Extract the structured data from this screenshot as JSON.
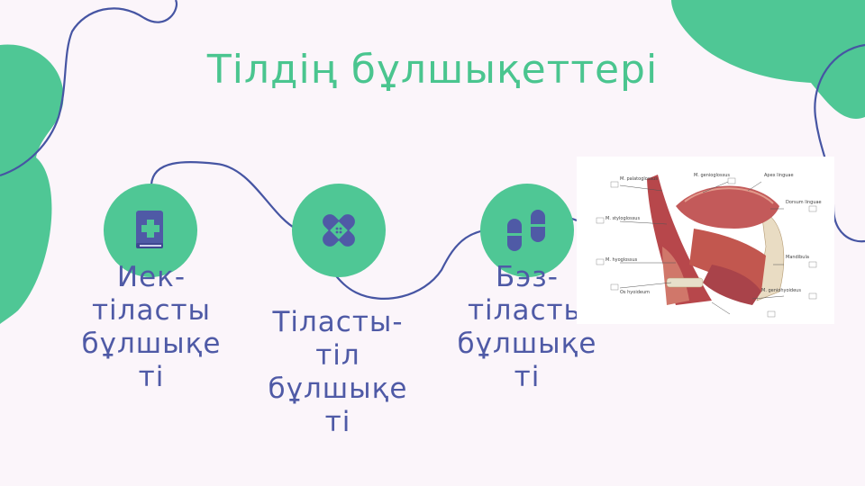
{
  "slide": {
    "title": "Тілдің бұлшықеттері",
    "colors": {
      "accent": "#4ac58f",
      "green": "#4fc795",
      "label": "#4f5aa6",
      "line": "#4655a3",
      "background": "#fbf5fa"
    },
    "muscles": [
      {
        "label": "Иек-\nтіласты\nбұлшықе\nті",
        "icon": "medical-book-icon"
      },
      {
        "label": "Тіласты-\nтіл\nбұлшықе\nті",
        "icon": "bandage-icon"
      },
      {
        "label": "Бэз-\nтіласты\nбұлшықе\nті",
        "icon": "pills-icon"
      }
    ],
    "figure": {
      "image": "tongue-muscles-anatomy-illustration",
      "labels": [
        "M. styloglossus",
        "M. genioglossus",
        "M. hyoglossus",
        "Os hyoideum",
        "M. palatoglossus",
        "Mandibula",
        "M. geniohyoideus",
        "Apex linguae",
        "Dorsum linguae"
      ]
    }
  }
}
